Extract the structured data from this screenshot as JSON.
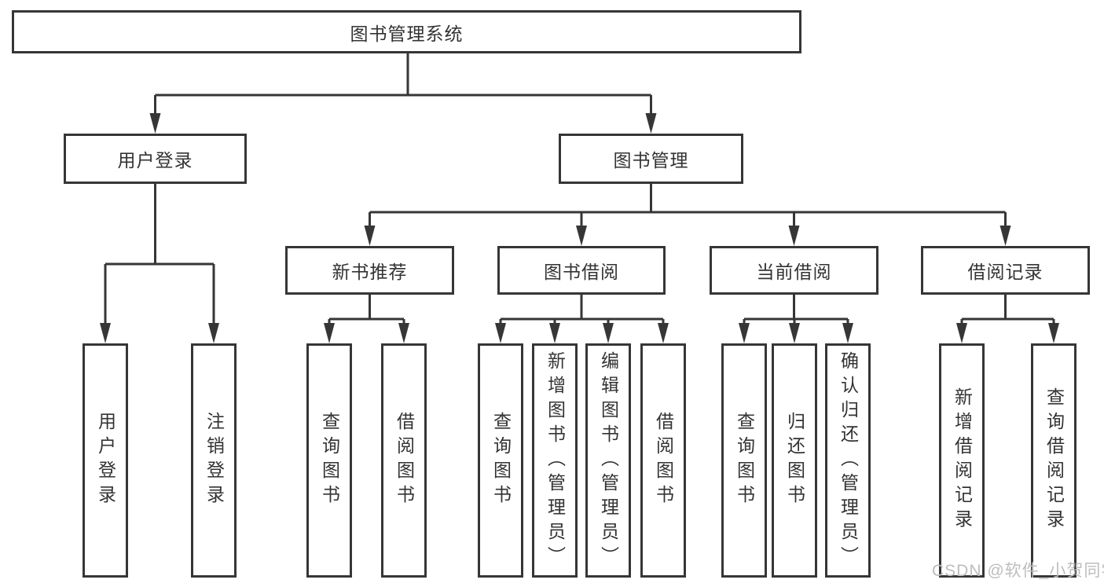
{
  "colors": {
    "line": "#363636",
    "box_border": "#363636",
    "text": "#333333",
    "watermark_text": "#bdbdbd"
  },
  "tree": {
    "root": {
      "label": "图书管理系统",
      "children": [
        {
          "label": "用户登录",
          "children": [
            {
              "label": "用户登录"
            },
            {
              "label": "注销登录"
            }
          ]
        },
        {
          "label": "图书管理",
          "children": [
            {
              "label": "新书推荐",
              "children": [
                {
                  "label": "查询图书"
                },
                {
                  "label": "借阅图书"
                }
              ]
            },
            {
              "label": "图书借阅",
              "children": [
                {
                  "label": "查询图书"
                },
                {
                  "label": "新增图书（管理员）"
                },
                {
                  "label": "编辑图书（管理员）"
                },
                {
                  "label": "借阅图书"
                }
              ]
            },
            {
              "label": "当前借阅",
              "children": [
                {
                  "label": "查询图书"
                },
                {
                  "label": "归还图书"
                },
                {
                  "label": "确认归还（管理员）"
                }
              ]
            },
            {
              "label": "借阅记录",
              "children": [
                {
                  "label": "新增借阅记录"
                },
                {
                  "label": "查询借阅记录"
                }
              ]
            }
          ]
        }
      ]
    }
  },
  "watermark": {
    "text": "CSDN @软件_小贺同学"
  }
}
